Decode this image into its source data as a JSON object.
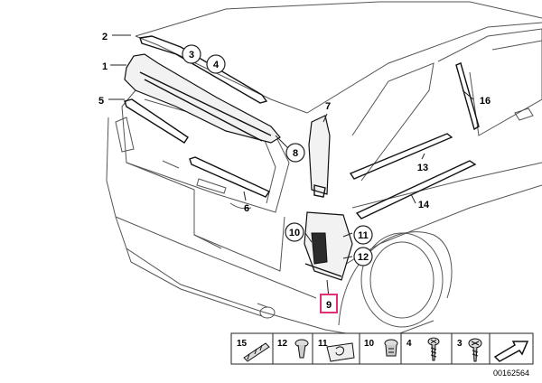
{
  "callouts": [
    {
      "id": "c2",
      "label": "2",
      "circled": false
    },
    {
      "id": "c1",
      "label": "1",
      "circled": false
    },
    {
      "id": "c5",
      "label": "5",
      "circled": false
    },
    {
      "id": "c3",
      "label": "3",
      "circled": true
    },
    {
      "id": "c4",
      "label": "4",
      "circled": true
    },
    {
      "id": "c7",
      "label": "7",
      "circled": false
    },
    {
      "id": "c16",
      "label": "16",
      "circled": false
    },
    {
      "id": "c8",
      "label": "8",
      "circled": true
    },
    {
      "id": "c13",
      "label": "13",
      "circled": false
    },
    {
      "id": "c6",
      "label": "6",
      "circled": false
    },
    {
      "id": "c14",
      "label": "14",
      "circled": false
    },
    {
      "id": "c10",
      "label": "10",
      "circled": true
    },
    {
      "id": "c11",
      "label": "11",
      "circled": true
    },
    {
      "id": "c12",
      "label": "12",
      "circled": true
    },
    {
      "id": "c9",
      "label": "9",
      "circled": false,
      "highlighted": true
    }
  ],
  "legend": [
    {
      "label": "15",
      "icon": "clip-strip-icon"
    },
    {
      "label": "12",
      "icon": "push-rivet-icon"
    },
    {
      "label": "11",
      "icon": "spring-nut-icon"
    },
    {
      "label": "10",
      "icon": "expanding-nut-icon"
    },
    {
      "label": "4",
      "icon": "screw-icon"
    },
    {
      "label": "3",
      "icon": "screw-icon"
    },
    {
      "label": "",
      "icon": "push-clip-icon"
    },
    {
      "label": "",
      "icon": "direction-arrow-icon"
    }
  ],
  "diagram_number": "00162564",
  "colors": {
    "highlight": "#e0307a",
    "line": "#222222"
  }
}
